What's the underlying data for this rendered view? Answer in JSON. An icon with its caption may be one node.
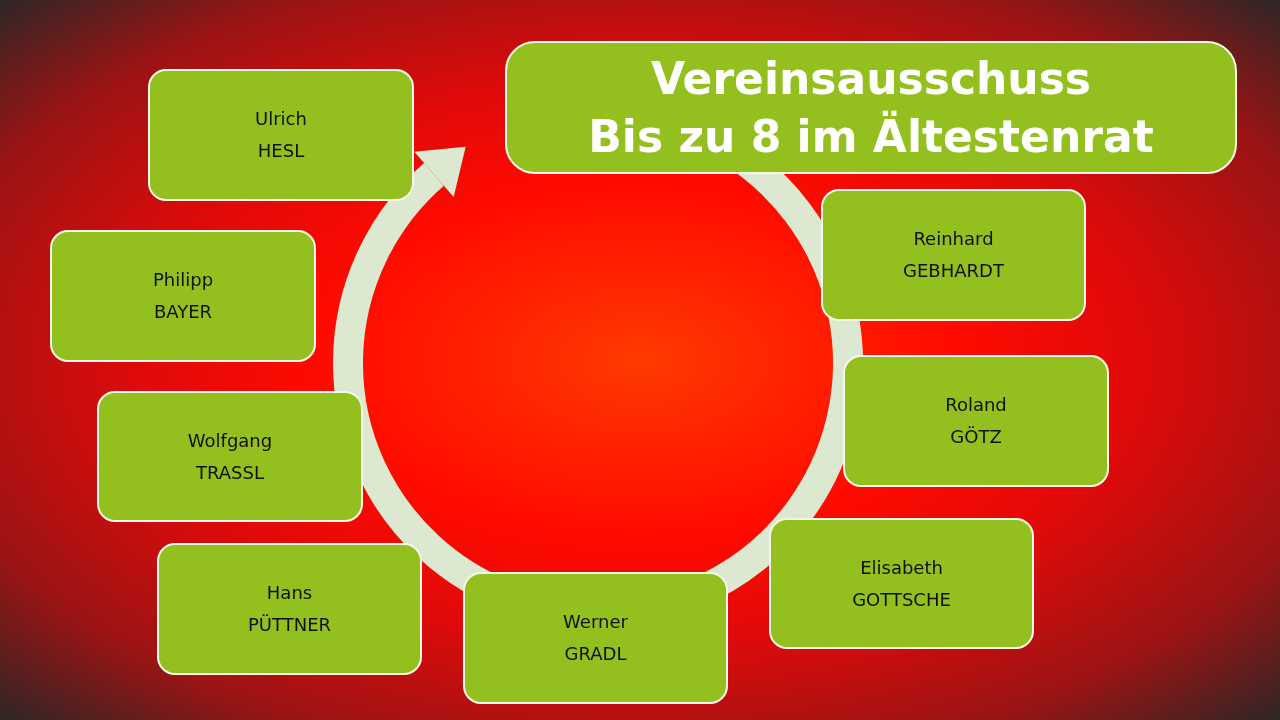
{
  "diagram": {
    "nodes": [
      {
        "text": [
          "Vereinsausschuss",
          "Bis zu 8 im Ältestenrat"
        ]
      },
      {
        "text": [
          "Ulrich",
          "HESL"
        ]
      },
      {
        "text": [
          "Philipp",
          "BAYER"
        ]
      },
      {
        "text": [
          "Wolfgang",
          "TRASSL"
        ]
      },
      {
        "text": [
          "Hans",
          "PÜTTNER"
        ]
      },
      {
        "text": [
          "Werner",
          "GRADL"
        ]
      },
      {
        "text": [
          "Elisabeth",
          "GOTTSCHE"
        ]
      },
      {
        "text": [
          "Roland",
          "GÖTZ"
        ]
      },
      {
        "text": [
          "Reinhard",
          "GEBHARDT"
        ]
      }
    ]
  }
}
